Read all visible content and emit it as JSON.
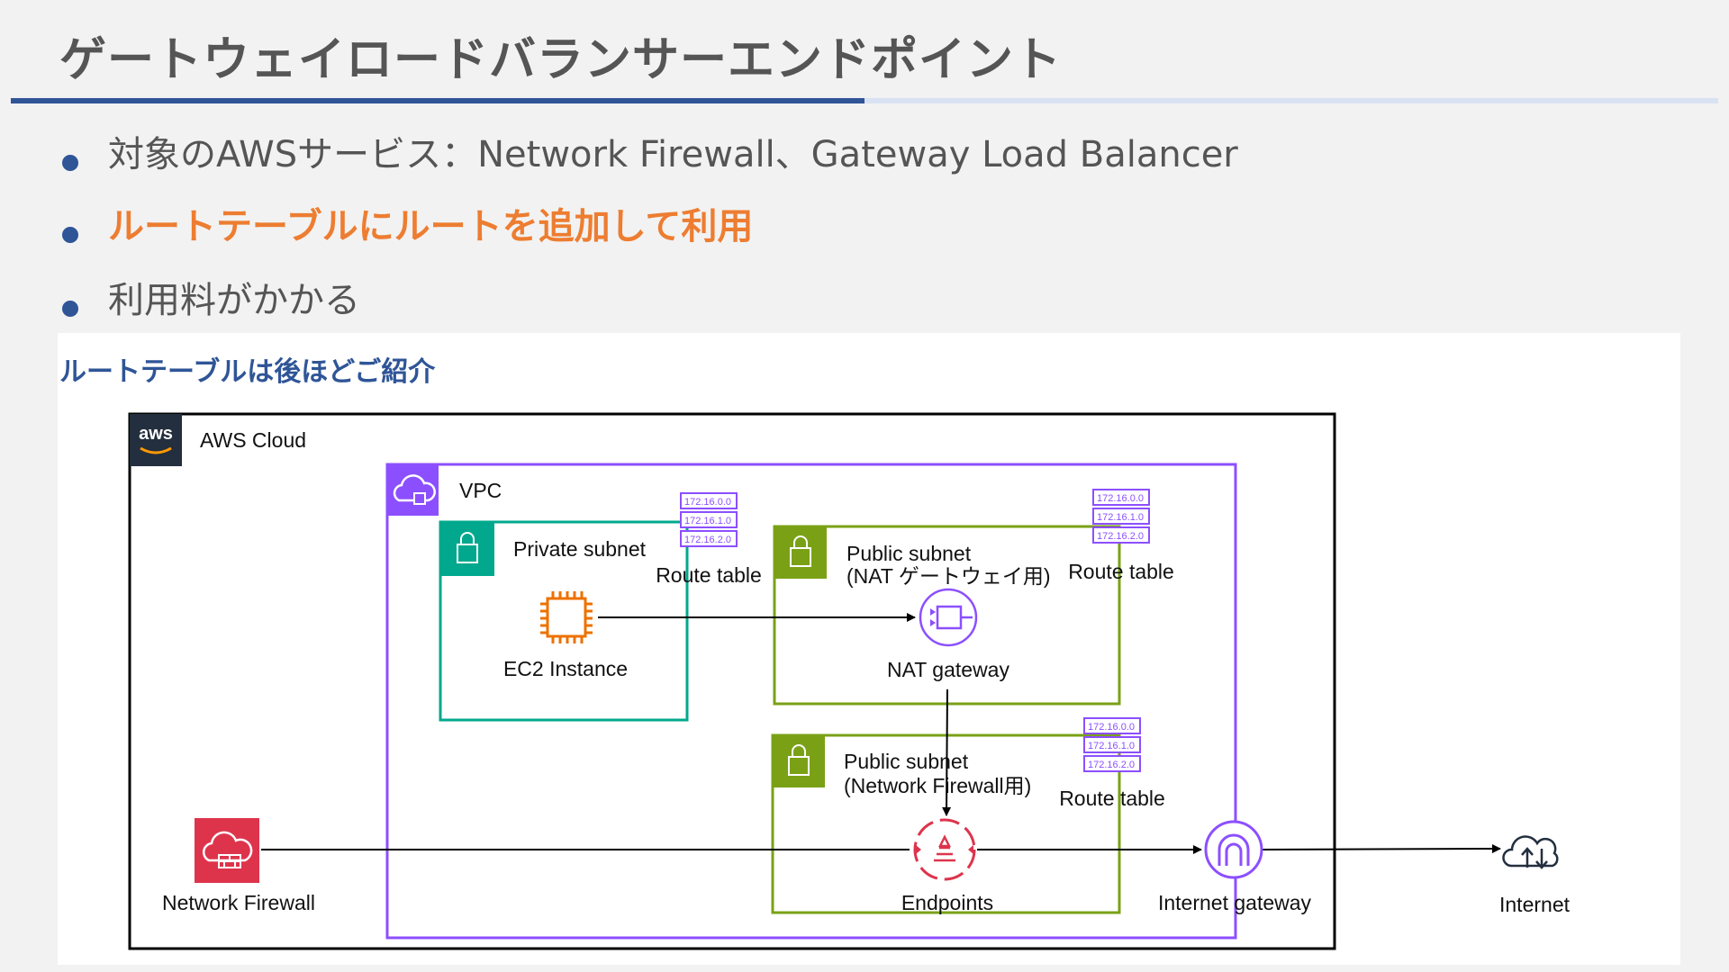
{
  "slide": {
    "title": "ゲートウェイロードバランサーエンドポイント",
    "bullets": [
      "対象のAWSサービス：Network Firewall、Gateway Load Balancer",
      "ルートテーブルにルートを追加して利用",
      "利用料がかかる"
    ],
    "note": "ルートテーブルは後ほどご紹介"
  },
  "diagram": {
    "aws_cloud": {
      "label": "AWS Cloud",
      "logo_text": "aws"
    },
    "vpc": {
      "label": "VPC"
    },
    "private_subnet": {
      "label": "Private subnet"
    },
    "public_subnet_nat": {
      "line1": "Public subnet",
      "line2": "(NAT ゲートウェイ用)"
    },
    "public_subnet_fw": {
      "line1": "Public subnet",
      "line2": "(Network Firewall用)"
    },
    "route_table_label": "Route table",
    "route_entries": [
      "172.16.0.0",
      "172.16.1.0",
      "172.16.2.0"
    ],
    "ec2": {
      "label": "EC2 Instance"
    },
    "nat_gateway": {
      "label": "NAT gateway"
    },
    "endpoints": {
      "label": "Endpoints"
    },
    "internet_gateway": {
      "label": "Internet gateway"
    },
    "network_firewall": {
      "label": "Network Firewall"
    },
    "internet": {
      "label": "Internet"
    }
  },
  "colors": {
    "title_rule": "#2f5597",
    "accent": "#ed7d31",
    "note": "#2f5597",
    "vpc": "#8c4fff",
    "private_subnet": "#01a88d",
    "public_subnet": "#7aa116",
    "ec2": "#ed7100",
    "firewall": "#dd344c",
    "aws_logo_bg": "#232f3e"
  }
}
